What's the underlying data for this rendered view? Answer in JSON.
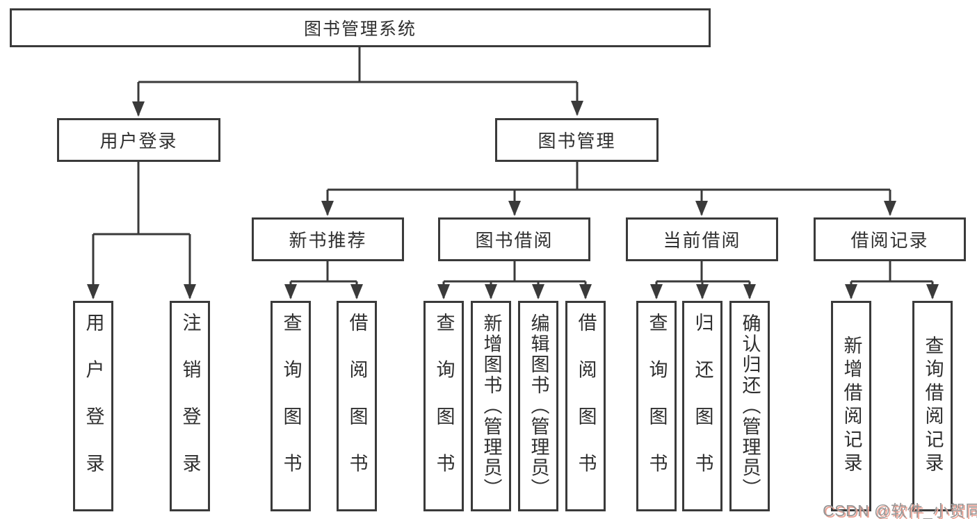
{
  "nodes": {
    "root": "图书管理系统",
    "l2": [
      "用户登录",
      "图书管理"
    ],
    "l3": [
      "新书推荐",
      "图书借阅",
      "当前借阅",
      "借阅记录"
    ],
    "l4": [
      "用户登录",
      "注销登录",
      "查询图书",
      "借阅图书",
      "查询图书",
      "新增图书（管理员）",
      "编辑图书（管理员）",
      "借阅图书",
      "查询图书",
      "归还图书",
      "确认归还（管理员）",
      "新增借阅记录",
      "查询借阅记录"
    ]
  },
  "hierarchy": {
    "图书管理系统": [
      "用户登录",
      "图书管理"
    ],
    "用户登录": [
      "用户登录",
      "注销登录"
    ],
    "图书管理": [
      "新书推荐",
      "图书借阅",
      "当前借阅",
      "借阅记录"
    ],
    "新书推荐": [
      "查询图书",
      "借阅图书"
    ],
    "图书借阅": [
      "查询图书",
      "新增图书（管理员）",
      "编辑图书（管理员）",
      "借阅图书"
    ],
    "当前借阅": [
      "查询图书",
      "归还图书",
      "确认归还（管理员）"
    ],
    "借阅记录": [
      "新增借阅记录",
      "查询借阅记录"
    ]
  },
  "colors": {
    "line": "#3a3a3a",
    "box_border": "#3a3a3a",
    "text": "#2f2f2f",
    "background": "#ffffff",
    "watermark_text": "#969696",
    "watermark_shadow": "#eba294"
  },
  "watermark": {
    "text": "CSDN @软件_小贺同学"
  }
}
